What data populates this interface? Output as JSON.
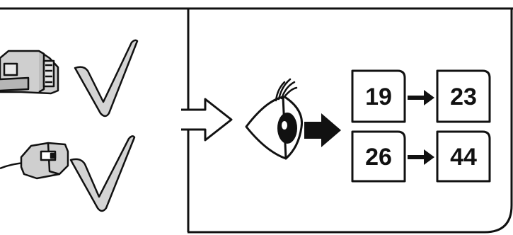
{
  "colors": {
    "line": "#111111",
    "check_fill": "#d4d4d4",
    "connector_fill": "#cfcfcf",
    "background": "#ffffff"
  },
  "icons": {
    "connector_top": "connector-plug-icon",
    "connector_bottom": "connector-cable-icon",
    "check": "checkmark-icon",
    "flow_arrow": "outline-arrow-icon",
    "eye": "eye-icon",
    "solid_arrow": "solid-arrow-icon",
    "small_arrow": "small-arrow-icon"
  },
  "boxes": {
    "row1": {
      "from": "19",
      "to": "23"
    },
    "row2": {
      "from": "26",
      "to": "44"
    }
  }
}
